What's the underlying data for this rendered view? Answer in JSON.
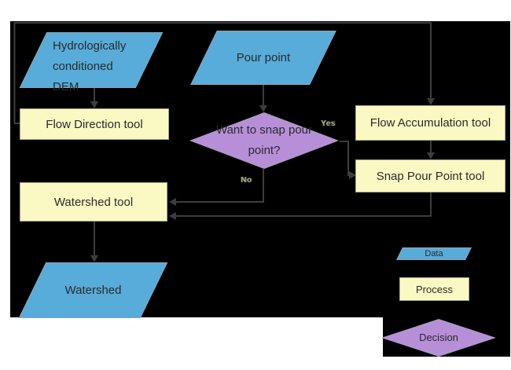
{
  "diagram": {
    "nodes": {
      "dem": "Hydrologically conditioned DEM",
      "pour_point": "Pour point",
      "flow_direction": "Flow Direction tool",
      "flow_accumulation": "Flow Accumulation tool",
      "decision": "Want to snap pour point?",
      "snap_pour_point": "Snap Pour Point tool",
      "watershed_tool": "Watershed tool",
      "watershed": "Watershed"
    },
    "edge_labels": {
      "yes": "Yes",
      "no": "No"
    },
    "legend": {
      "data": "Data",
      "process": "Process",
      "decision": "Decision"
    },
    "colors": {
      "background": "#000000",
      "data_fill": "#57acd9",
      "process_fill": "#fbf9c3",
      "decision_fill": "#b78fd9",
      "connector": "#3d3d3d"
    }
  }
}
